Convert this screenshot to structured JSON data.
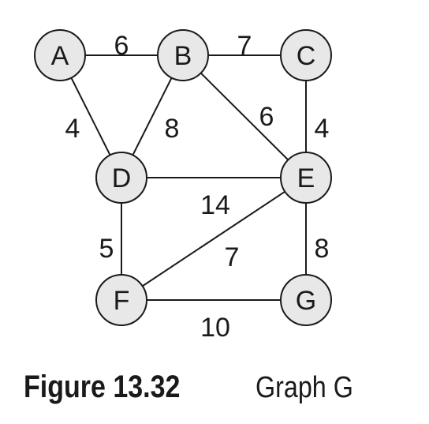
{
  "figure": {
    "number": "Figure 13.32",
    "title": "Graph G"
  },
  "graph": {
    "nodes": [
      {
        "id": "A",
        "label": "A"
      },
      {
        "id": "B",
        "label": "B"
      },
      {
        "id": "C",
        "label": "C"
      },
      {
        "id": "D",
        "label": "D"
      },
      {
        "id": "E",
        "label": "E"
      },
      {
        "id": "F",
        "label": "F"
      },
      {
        "id": "G",
        "label": "G"
      }
    ],
    "edges": [
      {
        "from": "A",
        "to": "B",
        "weight": "6"
      },
      {
        "from": "B",
        "to": "C",
        "weight": "7"
      },
      {
        "from": "A",
        "to": "D",
        "weight": "4"
      },
      {
        "from": "B",
        "to": "D",
        "weight": "8"
      },
      {
        "from": "B",
        "to": "E",
        "weight": "6"
      },
      {
        "from": "C",
        "to": "E",
        "weight": "4"
      },
      {
        "from": "D",
        "to": "E",
        "weight": "14"
      },
      {
        "from": "D",
        "to": "F",
        "weight": "5"
      },
      {
        "from": "E",
        "to": "F",
        "weight": "7"
      },
      {
        "from": "E",
        "to": "G",
        "weight": "8"
      },
      {
        "from": "F",
        "to": "G",
        "weight": "10"
      }
    ],
    "colors": {
      "node_fill": "#e8e8e8",
      "stroke": "#1a1a1a"
    }
  }
}
